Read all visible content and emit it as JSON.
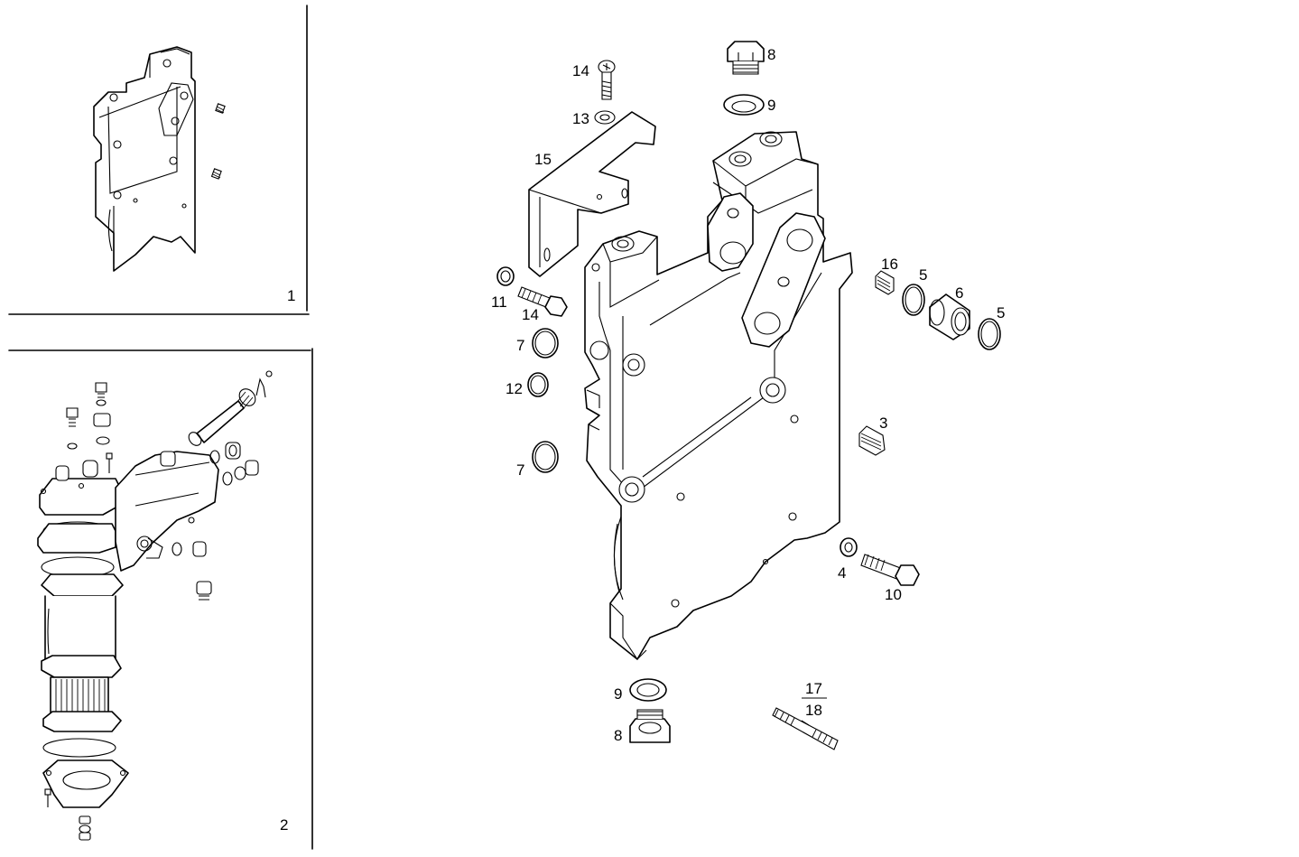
{
  "diagram": {
    "inset_labels": [
      "1",
      "2"
    ],
    "callouts": [
      "14",
      "13",
      "15",
      "8",
      "9",
      "11",
      "14",
      "7",
      "12",
      "7",
      "16",
      "5",
      "6",
      "5",
      "3",
      "4",
      "10",
      "9",
      "8",
      "17",
      "18"
    ]
  }
}
